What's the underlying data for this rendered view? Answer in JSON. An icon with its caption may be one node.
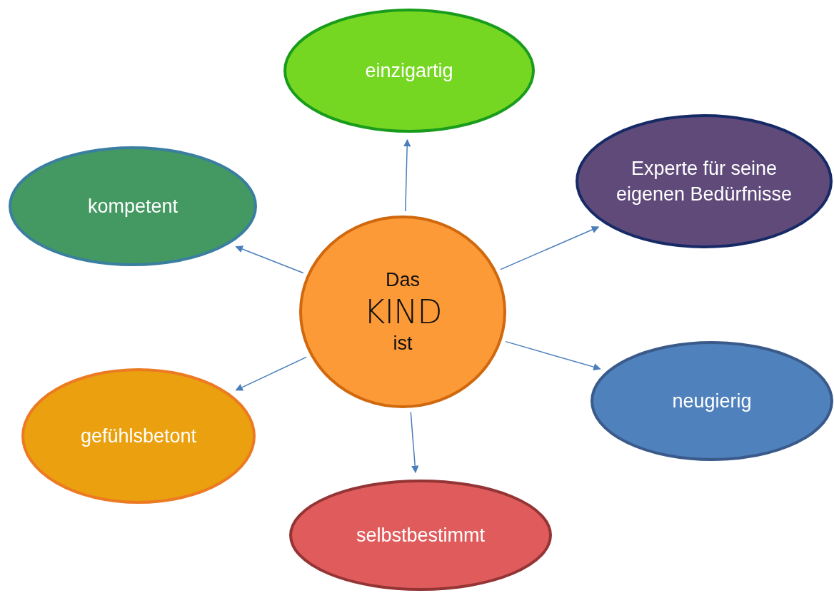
{
  "diagram": {
    "nodes": [
      {
        "text": [
          "Das",
          "KIND",
          "ist"
        ]
      },
      {
        "text": [
          "einzigartig"
        ]
      },
      {
        "text": [
          "Experte für seine eigenen Bedürfnisse"
        ]
      },
      {
        "text": [
          "neugierig"
        ]
      },
      {
        "text": [
          "selbstbestimmt"
        ]
      },
      {
        "text": [
          "gefühlsbetont"
        ]
      },
      {
        "text": [
          "kompetent"
        ]
      }
    ],
    "edges": [
      {
        "from": 0,
        "to": 1,
        "arrow": "to"
      },
      {
        "from": 0,
        "to": 2,
        "arrow": "to"
      },
      {
        "from": 0,
        "to": 3,
        "arrow": "to"
      },
      {
        "from": 0,
        "to": 4,
        "arrow": "to"
      },
      {
        "from": 0,
        "to": 5,
        "arrow": "to"
      },
      {
        "from": 0,
        "to": 6,
        "arrow": "to"
      }
    ]
  }
}
